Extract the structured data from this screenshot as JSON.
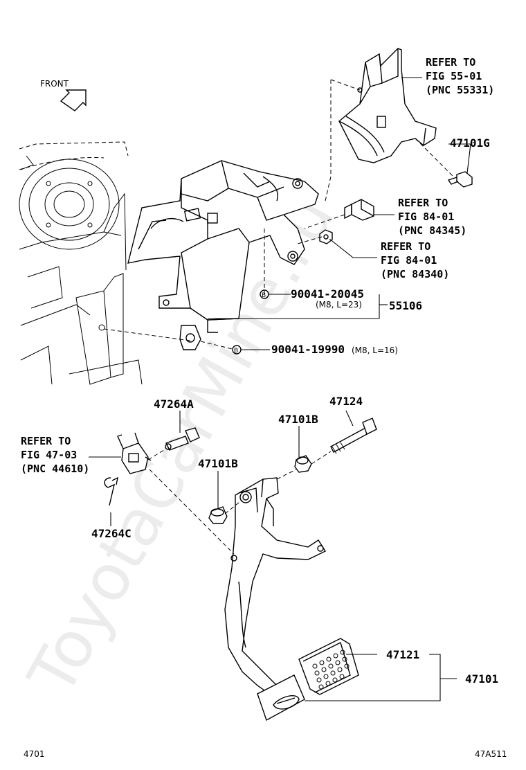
{
  "watermark": "ToyotaCarMine.ru",
  "orientation": {
    "label": "FRONT",
    "icon": "front-arrow-icon"
  },
  "labels": {
    "refer_55_01": [
      "REFER TO",
      "FIG 55-01",
      "(PNC 55331)"
    ],
    "refer_84_01_a": [
      "REFER TO",
      "FIG 84-01",
      "(PNC 84345)"
    ],
    "refer_84_01_b": [
      "REFER TO",
      "FIG 84-01",
      "(PNC 84340)"
    ],
    "refer_47_03": [
      "REFER TO",
      "FIG 47-03",
      "(PNC 44610)"
    ]
  },
  "part_numbers": {
    "p47101G": "47101G",
    "p90041_20045": "90041-20045",
    "p90041_20045_spec": "(M8, L=23)",
    "p55106": "55106",
    "p90041_19990": "90041-19990",
    "p90041_19990_spec": "(M8, L=16)",
    "p47264A": "47264A",
    "p47124": "47124",
    "p47101B_upper": "47101B",
    "p47101B_lower": "47101B",
    "p47264C": "47264C",
    "p47121": "47121",
    "p47101": "47101"
  },
  "callout_marker": "B",
  "footer": {
    "left": "4701",
    "right": "47A511"
  }
}
